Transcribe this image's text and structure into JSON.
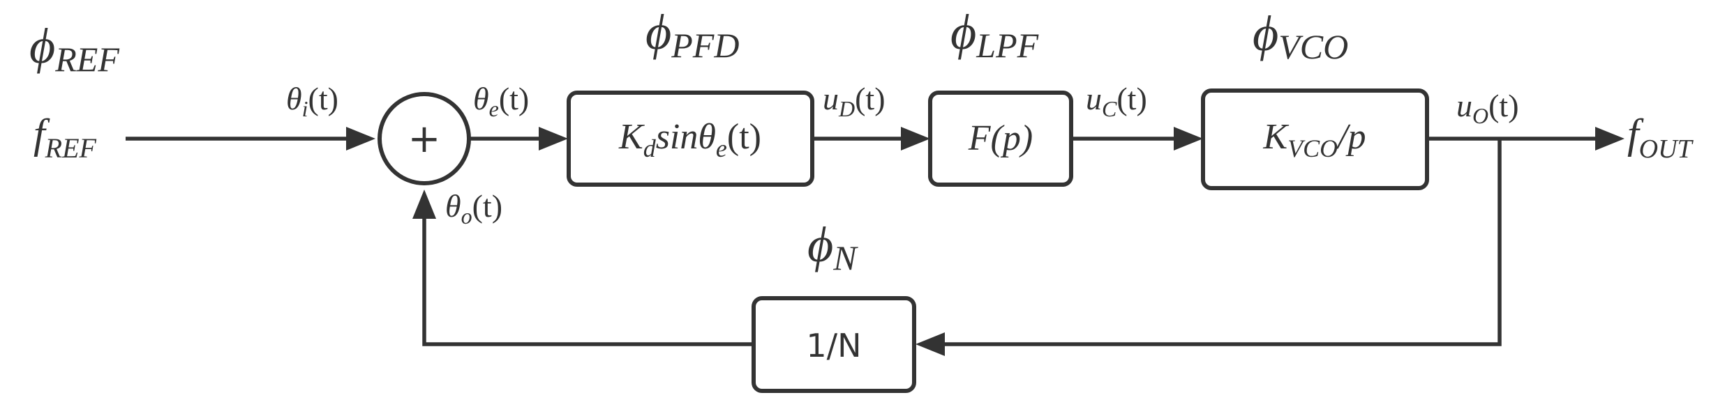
{
  "colors": {
    "ink": "#333333",
    "background": "#ffffff"
  },
  "signals": {
    "input": "f",
    "input_sub": "REF",
    "output": "f",
    "output_sub": "OUT"
  },
  "phases": {
    "symbol": "ϕ",
    "ref": "REF",
    "pfd": "PFD",
    "lpf": "LPF",
    "vco": "VCO",
    "n": "N"
  },
  "edge_labels": {
    "theta_i": {
      "base": "θ",
      "sub": "i",
      "arg": "(t)"
    },
    "theta_e": {
      "base": "θ",
      "sub": "e",
      "arg": "(t)"
    },
    "theta_o": {
      "base": "θ",
      "sub": "o",
      "arg": "(t)"
    },
    "u_d": {
      "base": "u",
      "sub": "D",
      "arg": "(t)"
    },
    "u_c": {
      "base": "u",
      "sub": "C",
      "arg": "(t)"
    },
    "u_o": {
      "base": "u",
      "sub": "O",
      "arg": "(t)"
    }
  },
  "summing_junction": {
    "symbol": "+"
  },
  "blocks": {
    "pfd": {
      "k": "K",
      "k_sub": "d",
      "fn": "sinθ",
      "fn_sub": "e",
      "arg": "(t)"
    },
    "lpf": {
      "text": "F(p)"
    },
    "vco": {
      "k": "K",
      "k_sub": "VCO",
      "rest": "/p"
    },
    "divider": {
      "text": "1/N"
    }
  }
}
